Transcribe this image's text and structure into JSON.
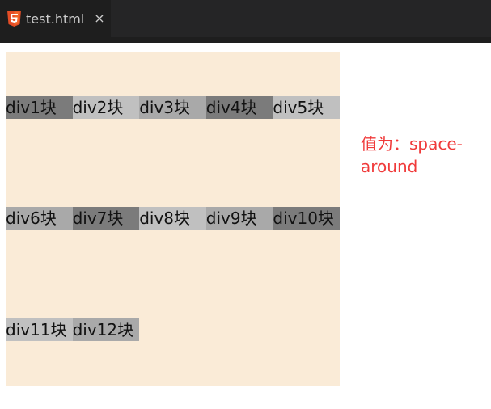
{
  "tab": {
    "title": "test.html",
    "icon": "html5-icon",
    "close_icon": "close-icon",
    "close_glyph": "×"
  },
  "colors": {
    "dark": "#7b7b7b",
    "mid": "#a9a9a9",
    "light": "#c0c0c0",
    "container": "#faebd7",
    "note": "#f03a3a"
  },
  "items": [
    {
      "label": "div1块"
    },
    {
      "label": "div2块"
    },
    {
      "label": "div3块"
    },
    {
      "label": "div4块"
    },
    {
      "label": "div5块"
    },
    {
      "label": "div6块"
    },
    {
      "label": "div7块"
    },
    {
      "label": "div8块"
    },
    {
      "label": "div9块"
    },
    {
      "label": "div10块"
    },
    {
      "label": "div11块"
    },
    {
      "label": "div12块"
    }
  ],
  "note": {
    "text": "值为：space-around"
  }
}
